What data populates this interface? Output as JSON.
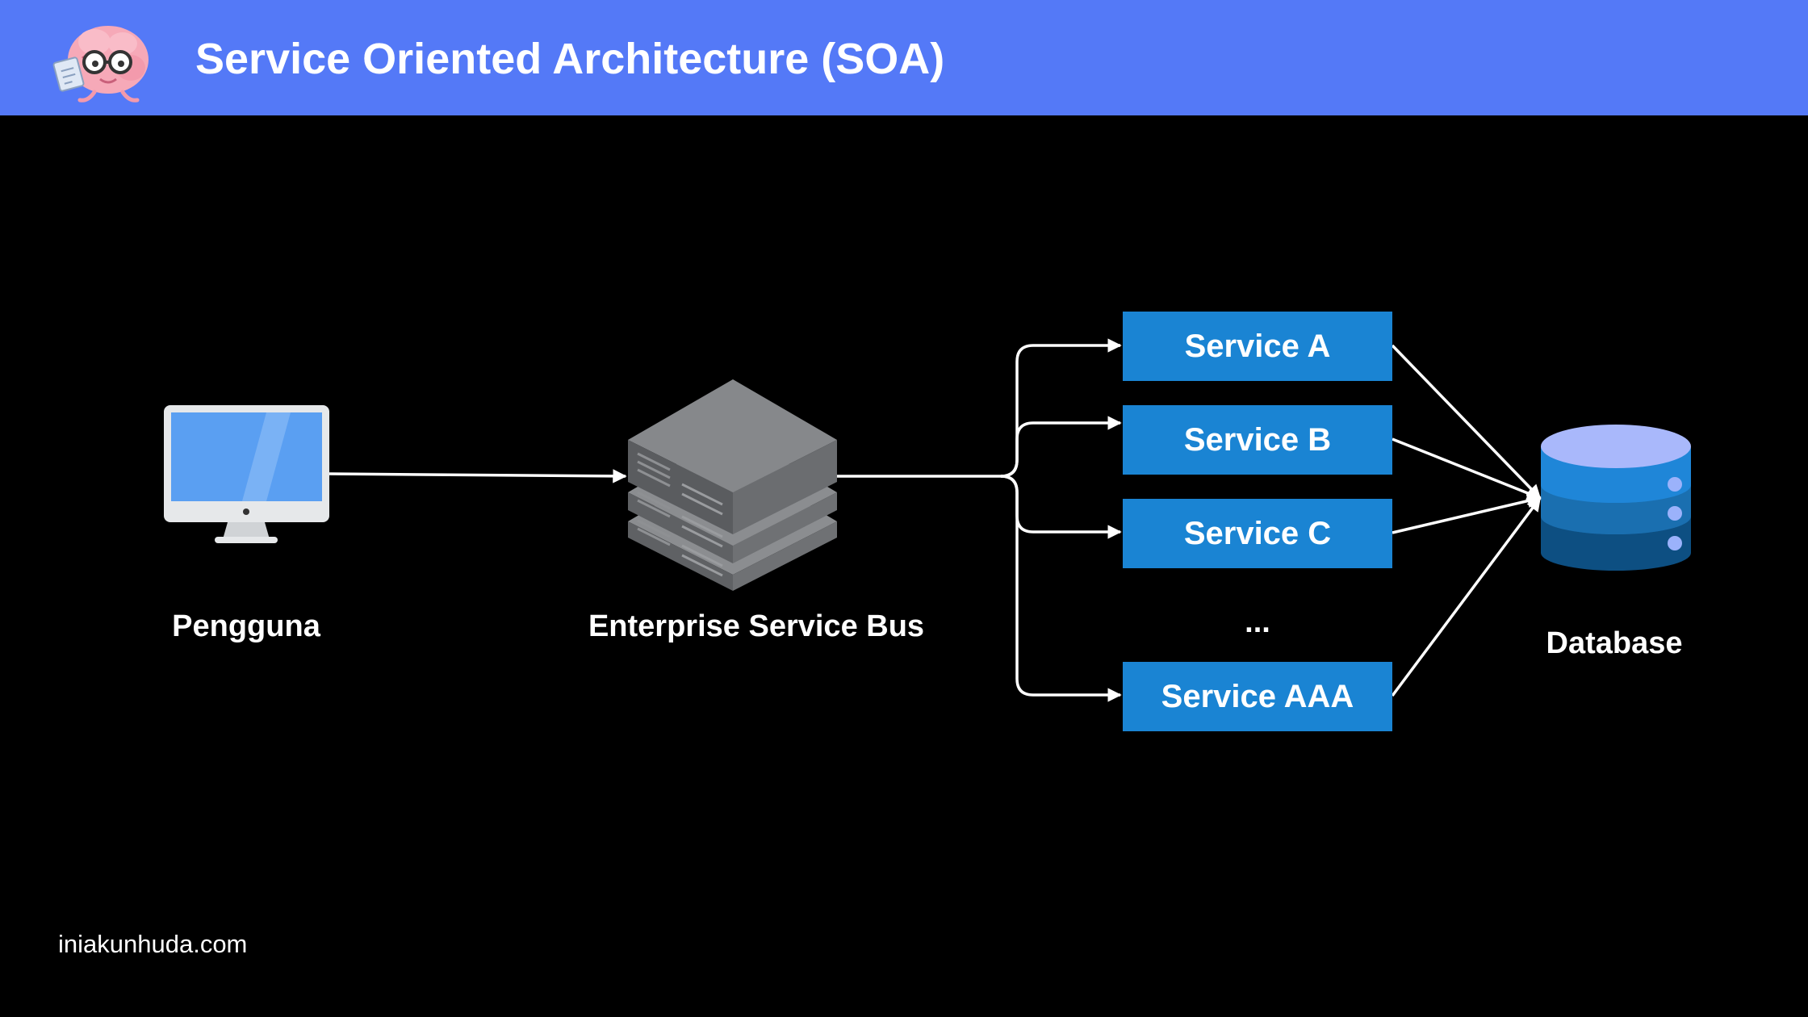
{
  "header": {
    "title": "Service Oriented Architecture (SOA)",
    "background": "#5479f7",
    "logo_icon": "brain-mascot-icon"
  },
  "nodes": {
    "user": {
      "label": "Pengguna",
      "icon": "desktop-monitor-icon"
    },
    "esb": {
      "label": "Enterprise Service Bus",
      "icon": "server-stack-icon"
    },
    "services": [
      {
        "label": "Service A"
      },
      {
        "label": "Service B"
      },
      {
        "label": "Service C"
      },
      {
        "label": "Service AAA"
      }
    ],
    "ellipsis": "...",
    "database": {
      "label": "Database",
      "icon": "database-icon"
    }
  },
  "edges": [
    {
      "from": "Pengguna",
      "to": "Enterprise Service Bus",
      "arrow": true
    },
    {
      "from": "Enterprise Service Bus",
      "to": "Service A",
      "arrow": true
    },
    {
      "from": "Enterprise Service Bus",
      "to": "Service B",
      "arrow": true
    },
    {
      "from": "Enterprise Service Bus",
      "to": "Service C",
      "arrow": true
    },
    {
      "from": "Enterprise Service Bus",
      "to": "Service AAA",
      "arrow": true
    },
    {
      "from": "Service A",
      "to": "Database",
      "arrow": true
    },
    {
      "from": "Service B",
      "to": "Database",
      "arrow": true
    },
    {
      "from": "Service C",
      "to": "Database",
      "arrow": true
    },
    {
      "from": "Service AAA",
      "to": "Database",
      "arrow": true
    }
  ],
  "colors": {
    "service_box": "#1a84d3",
    "background": "#000000",
    "connector": "#ffffff"
  },
  "footer": {
    "text": "iniakunhuda.com"
  }
}
